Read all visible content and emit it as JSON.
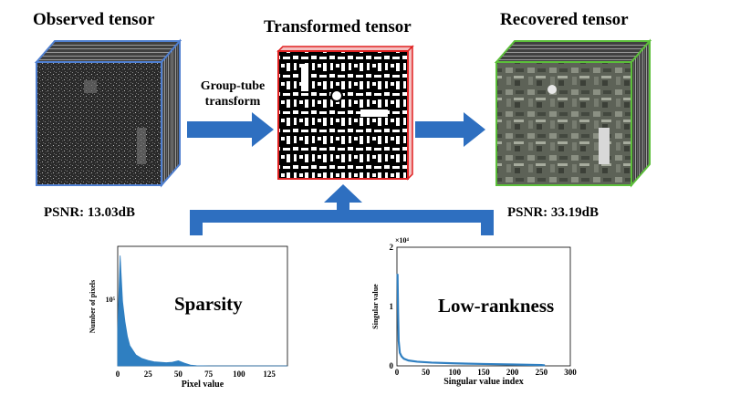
{
  "titles": {
    "observed": "Observed tensor",
    "transformed": "Transformed tensor",
    "recovered": "Recovered tensor"
  },
  "arrow_label": {
    "line1": "Group-tube",
    "line2": "transform"
  },
  "psnr": {
    "observed": "PSNR: 13.03dB",
    "recovered": "PSNR: 33.19dB"
  },
  "annotations": {
    "sparsity": "Sparsity",
    "low_rank": "Low-rankness"
  },
  "colors": {
    "observed_edge": "#4f7fd0",
    "transformed_edge": "#e02020",
    "recovered_edge": "#5cbf3a",
    "arrow": "#2e6fc0",
    "plot": "#2f7fc1"
  },
  "chart_data": [
    {
      "type": "area",
      "x": [
        0,
        2,
        4,
        6,
        8,
        10,
        15,
        20,
        25,
        30,
        40,
        45,
        50,
        55,
        60,
        65,
        75,
        100,
        125,
        140
      ],
      "values": [
        40000,
        120000,
        70000,
        48000,
        32000,
        22000,
        12000,
        8000,
        6000,
        4500,
        3500,
        4000,
        5500,
        3000,
        900,
        200,
        0,
        0,
        0,
        0
      ],
      "xlabel": "Pixel value",
      "ylabel": "Number of pixels",
      "xticks": [
        "0",
        "25",
        "50",
        "75",
        "100",
        "125"
      ],
      "yticks": [
        "10⁵"
      ],
      "xlim": [
        0,
        140
      ]
    },
    {
      "type": "line",
      "x": [
        1,
        2,
        3,
        5,
        8,
        12,
        20,
        35,
        60,
        100,
        150,
        200,
        250,
        256
      ],
      "values": [
        15500,
        9000,
        4200,
        2200,
        1600,
        1200,
        900,
        700,
        550,
        420,
        320,
        230,
        130,
        90
      ],
      "xlabel": "Singular value index",
      "ylabel": "Singular value",
      "xticks": [
        "0",
        "50",
        "100",
        "150",
        "200",
        "250",
        "300"
      ],
      "yticks": [
        "0",
        "1",
        "2"
      ],
      "ymultiplier": "×10⁴",
      "xlim": [
        0,
        300
      ],
      "ylim": [
        0,
        20000
      ]
    }
  ]
}
